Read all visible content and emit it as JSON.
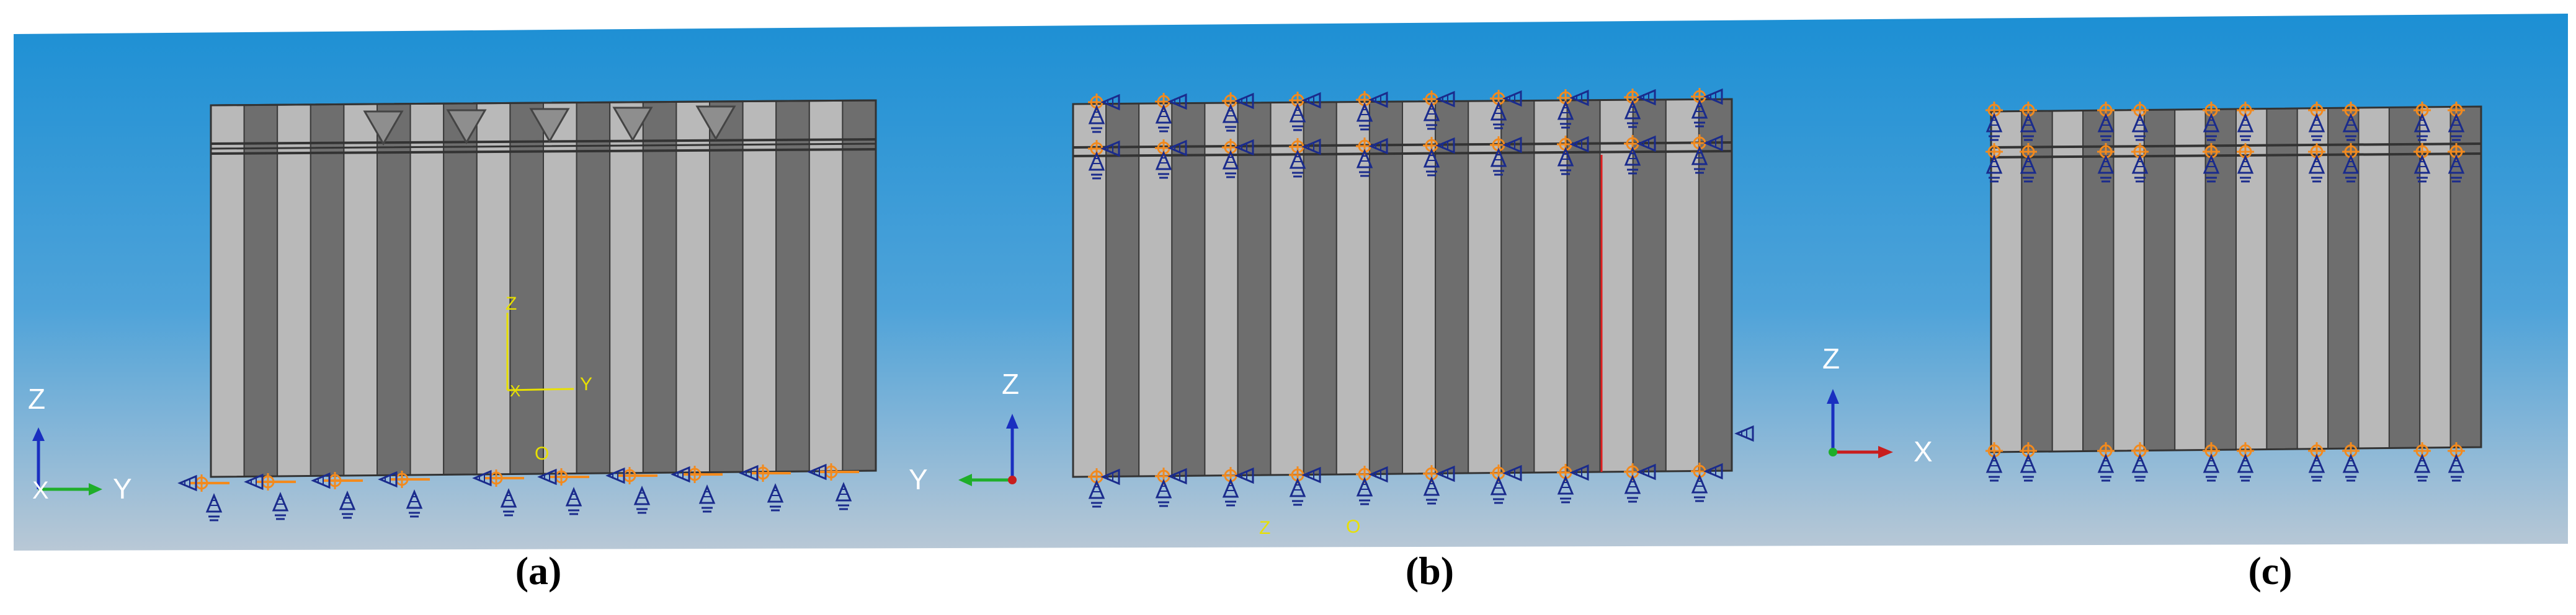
{
  "panels": [
    {
      "id": "a",
      "caption": "(a)",
      "triad": {
        "vertical": "Z",
        "horizontal": "Y",
        "out_of_plane": "X"
      },
      "csys": {
        "vertical": "Z",
        "horizontal": "Y",
        "origin": "X"
      },
      "marker": "O",
      "extra_labels": []
    },
    {
      "id": "b",
      "caption": "(b)",
      "triad": {
        "vertical": "Z",
        "horizontal": "Y"
      },
      "extra_labels": [
        "Z",
        "O"
      ]
    },
    {
      "id": "c",
      "caption": "(c)",
      "triad": {
        "vertical": "Z",
        "horizontal": "X"
      },
      "extra_labels": []
    }
  ],
  "colors": {
    "background_top": "#1c8fd4",
    "background_bottom": "#b9c8d6",
    "strip_light": "#b9b9b9",
    "strip_dark": "#6e6e6e",
    "constraint_orange": "#f28a1e",
    "constraint_blue": "#1a2b8c",
    "csys_yellow": "#e8e000",
    "axis_blue": "#1a2fc0",
    "axis_green": "#1fae2a",
    "axis_red": "#c81e1e"
  }
}
